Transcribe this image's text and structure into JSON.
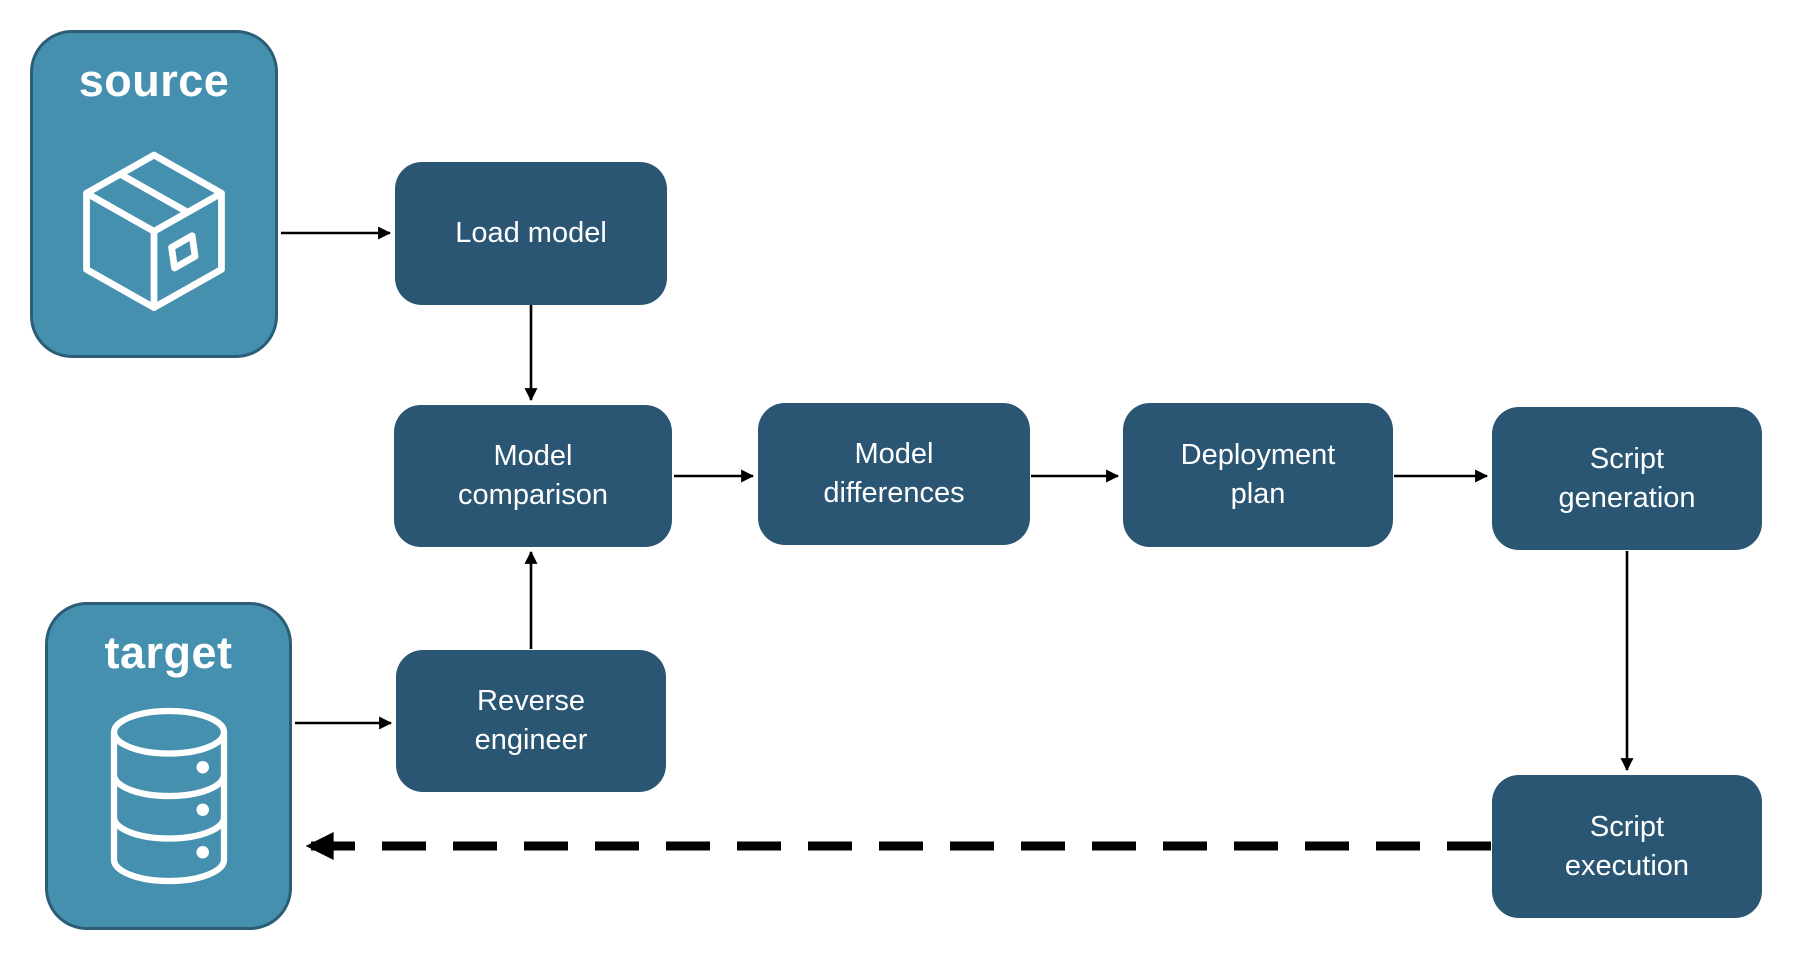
{
  "diagram": {
    "title": "schema deployment pipeline flowchart",
    "colors": {
      "process_fill": "#2A5674",
      "entity_fill": "#4690AF",
      "entity_border": "#2B5D76",
      "arrow_color": "#000000",
      "label_color": "#FFFFFF",
      "canvas_bg": "#FFFFFF"
    },
    "entities": [
      {
        "id": "source",
        "label": "source",
        "icon": "package-icon"
      },
      {
        "id": "target",
        "label": "target",
        "icon": "database-icon"
      }
    ],
    "processes": [
      {
        "id": "load-model",
        "label": "Load model"
      },
      {
        "id": "model-comparison",
        "label": "Model comparison"
      },
      {
        "id": "model-differences",
        "label": "Model differences"
      },
      {
        "id": "deployment-plan",
        "label": "Deployment plan"
      },
      {
        "id": "script-generation",
        "label": "Script generation"
      },
      {
        "id": "reverse-engineer",
        "label": "Reverse engineer"
      },
      {
        "id": "script-execution",
        "label": "Script execution"
      }
    ],
    "edges": [
      {
        "from": "source",
        "to": "load-model",
        "style": "solid"
      },
      {
        "from": "load-model",
        "to": "model-comparison",
        "style": "solid"
      },
      {
        "from": "model-comparison",
        "to": "model-differences",
        "style": "solid"
      },
      {
        "from": "model-differences",
        "to": "deployment-plan",
        "style": "solid"
      },
      {
        "from": "deployment-plan",
        "to": "script-generation",
        "style": "solid"
      },
      {
        "from": "target",
        "to": "reverse-engineer",
        "style": "solid"
      },
      {
        "from": "reverse-engineer",
        "to": "model-comparison",
        "style": "solid"
      },
      {
        "from": "script-generation",
        "to": "script-execution",
        "style": "solid"
      },
      {
        "from": "script-execution",
        "to": "target",
        "style": "dashed"
      }
    ]
  }
}
